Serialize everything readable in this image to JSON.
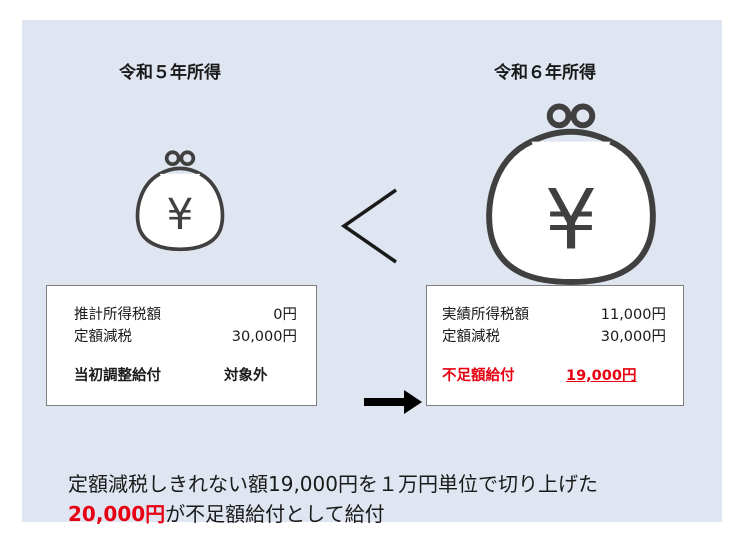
{
  "left": {
    "title": "令和５年所得",
    "rows": [
      {
        "label": "推計所得税額",
        "value": "0円"
      },
      {
        "label": "定額減税",
        "value": "30,000円"
      }
    ],
    "result_label": "当初調整給付",
    "result_value": "対象外"
  },
  "right": {
    "title": "令和６年所得",
    "rows": [
      {
        "label": "実績所得税額",
        "value": "11,000円"
      },
      {
        "label": "定額減税",
        "value": "30,000円"
      }
    ],
    "result_label": "不足額給付",
    "result_value": "19,000円"
  },
  "symbols": {
    "left_purse": "purse-yen-icon",
    "right_purse": "purse-yen-icon",
    "comparison": "less-than-symbol",
    "arrow": "right-arrow-icon",
    "currency_glyph": "¥"
  },
  "summary": {
    "line1": "定額減税しきれない額19,000円を１万円単位で切り上げた",
    "line2_emphasis": "20,000円",
    "line2_rest": "が不足額給付として給付"
  },
  "colors": {
    "panel": "#dfe6f1",
    "emphasis": "#e60012",
    "box_border": "#7f7f7f",
    "icon_stroke": "#404040"
  }
}
